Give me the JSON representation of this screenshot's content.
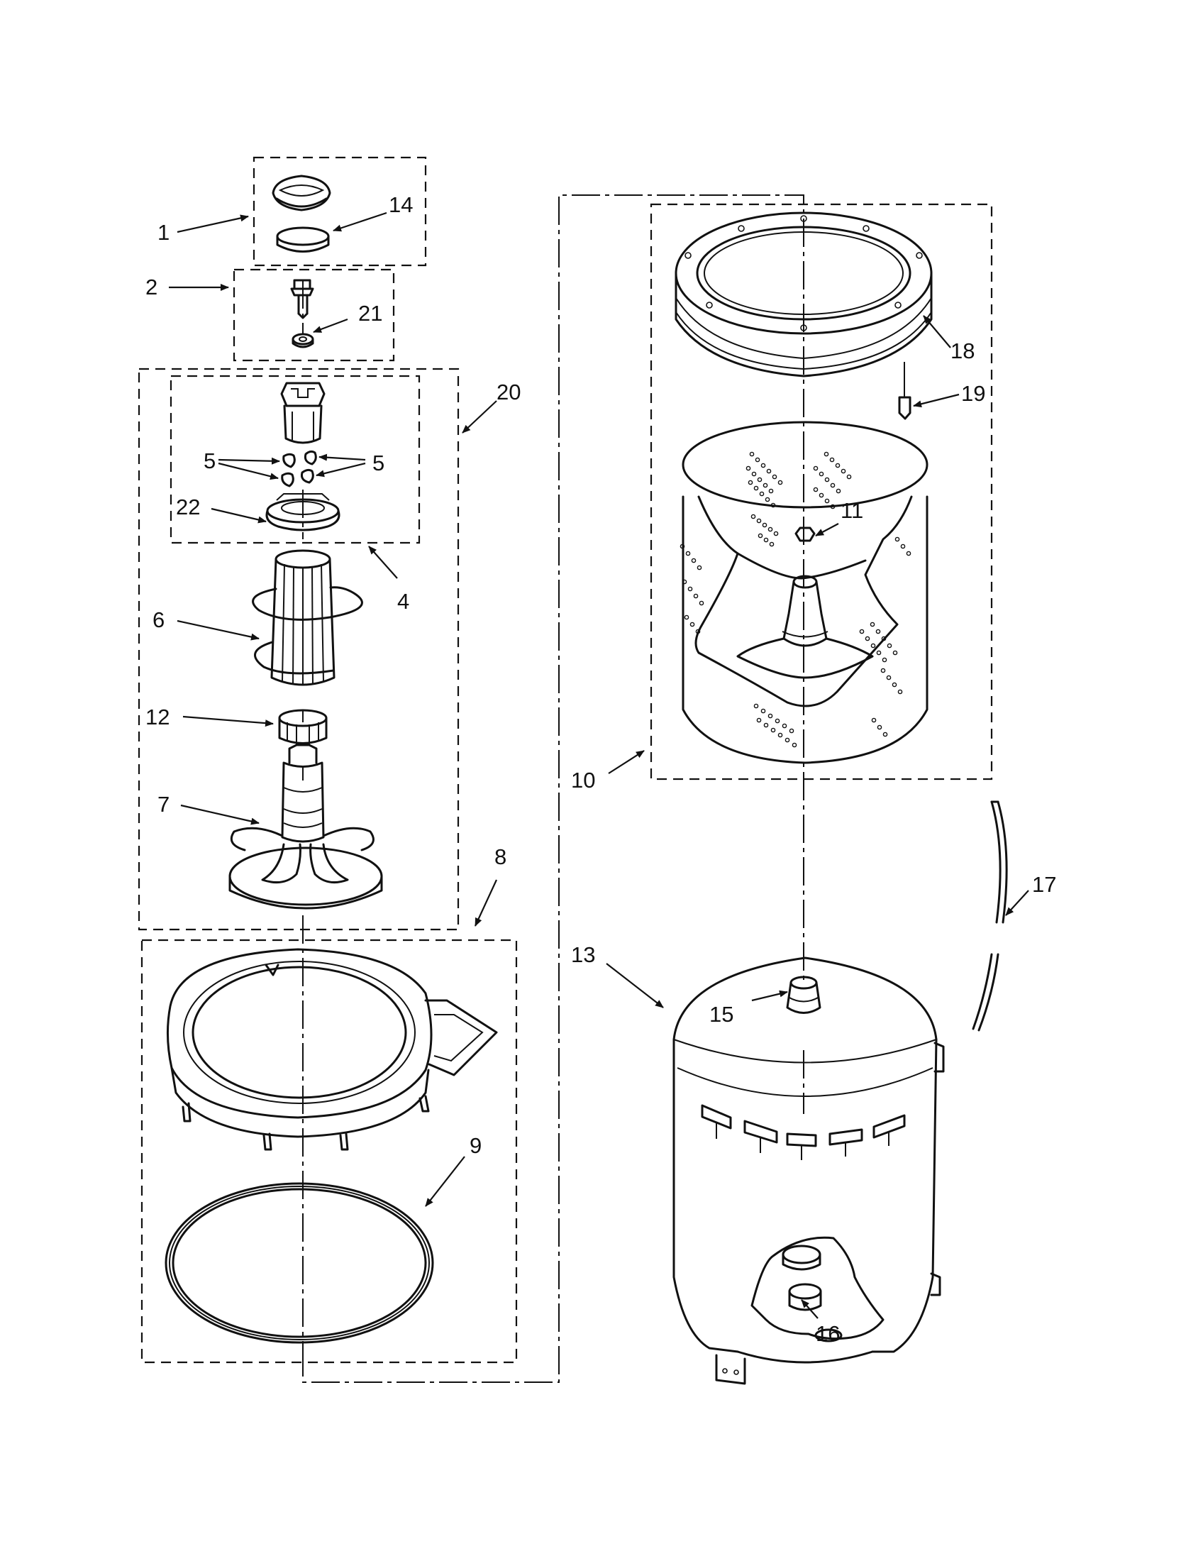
{
  "diagram": {
    "callouts": [
      "1",
      "2",
      "4",
      "5",
      "5",
      "5",
      "5",
      "6",
      "7",
      "8",
      "9",
      "10",
      "11",
      "12",
      "13",
      "14",
      "15",
      "16",
      "17",
      "18",
      "19",
      "20",
      "21",
      "22"
    ]
  }
}
